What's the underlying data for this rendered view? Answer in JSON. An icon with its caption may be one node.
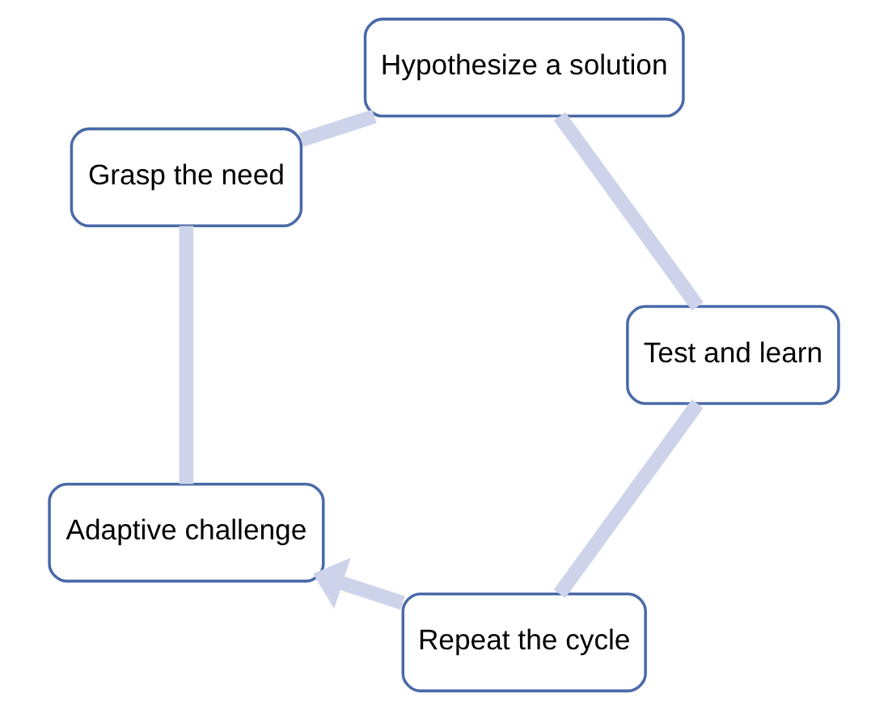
{
  "diagram": {
    "nodes": [
      {
        "text": [
          "Adaptive challenge"
        ]
      },
      {
        "text": [
          "Grasp the need"
        ]
      },
      {
        "text": [
          "Hypothesize a solution"
        ]
      },
      {
        "text": [
          "Test and learn"
        ]
      },
      {
        "text": [
          "Repeat the cycle"
        ]
      }
    ],
    "edges": [
      {
        "from": 0,
        "to": 1,
        "arrow": "none"
      },
      {
        "from": 1,
        "to": 2,
        "arrow": "none"
      },
      {
        "from": 2,
        "to": 3,
        "arrow": "none"
      },
      {
        "from": 3,
        "to": 4,
        "arrow": "none"
      },
      {
        "from": 4,
        "to": 0,
        "arrow": "to"
      }
    ]
  }
}
